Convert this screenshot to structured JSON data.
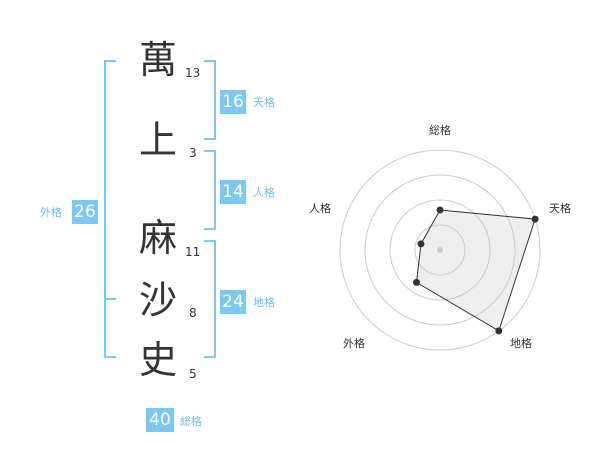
{
  "characters": [
    {
      "char": "萬",
      "strokes": "13"
    },
    {
      "char": "上",
      "strokes": "3"
    },
    {
      "char": "麻",
      "strokes": "11"
    },
    {
      "char": "沙",
      "strokes": "8"
    },
    {
      "char": "史",
      "strokes": "5"
    }
  ],
  "kaku": {
    "tenkaku": {
      "value": "16",
      "label": "天格"
    },
    "jinkaku": {
      "value": "14",
      "label": "人格"
    },
    "chikaku": {
      "value": "24",
      "label": "地格"
    },
    "gaikaku": {
      "value": "26",
      "label": "外格"
    },
    "soukaku": {
      "value": "40",
      "label": "総格"
    }
  },
  "colors": {
    "accent": "#7cc8f5",
    "text": "#333333"
  },
  "chart_data": {
    "type": "radar",
    "axes": [
      "総格",
      "天格",
      "地格",
      "外格",
      "人格"
    ],
    "values": [
      2,
      5,
      5,
      2,
      1
    ],
    "max": 5,
    "rings": 4
  }
}
